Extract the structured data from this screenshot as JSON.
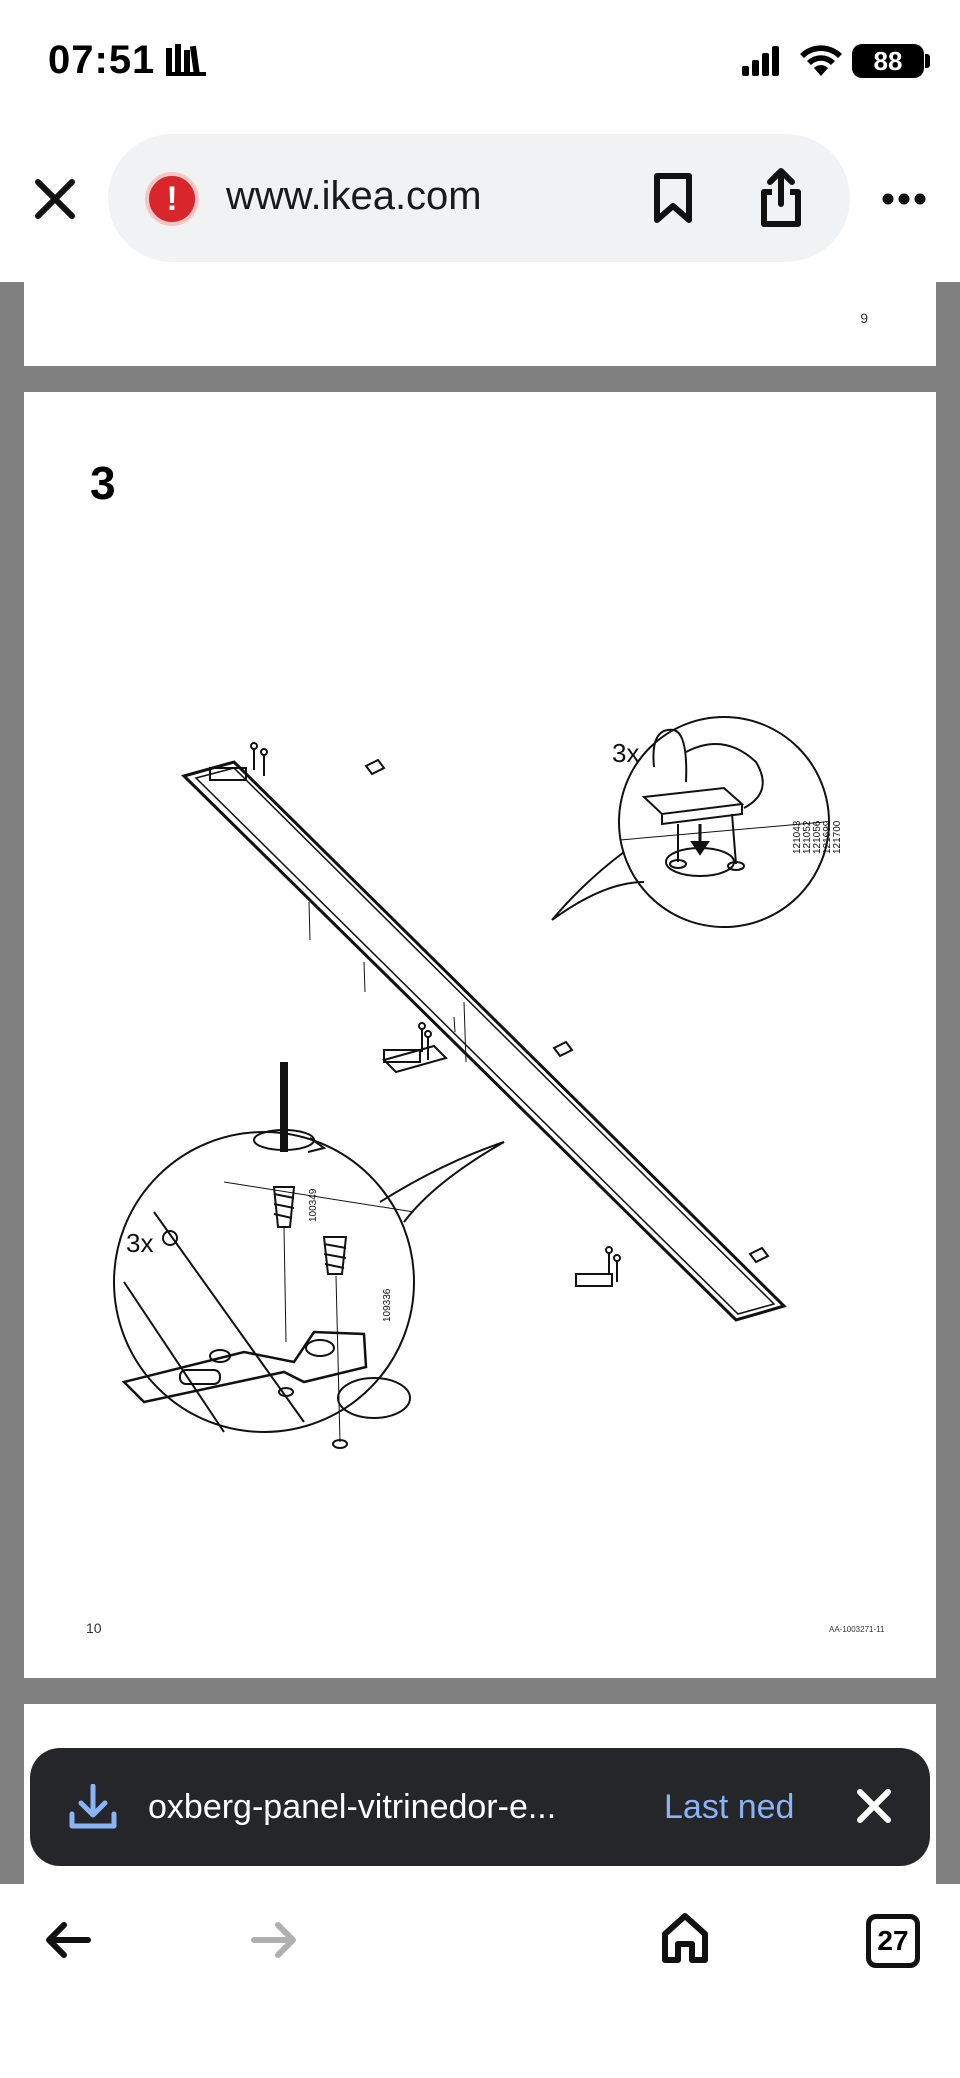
{
  "status_bar": {
    "time": "07:51",
    "battery": "88"
  },
  "browser": {
    "url": "www.ikea.com",
    "icons": [
      "close-icon",
      "warning-icon",
      "bookmark-icon",
      "share-icon",
      "more-icon"
    ]
  },
  "document": {
    "previous_page_number": "9",
    "current_page": {
      "step": "3",
      "page_number": "10",
      "doc_code": "AA-1003271-11",
      "illustration": {
        "callout_top_quantity": "3x",
        "callout_top_part_numbers": [
          "121043",
          "121052",
          "121056",
          "121699",
          "121700"
        ],
        "callout_bottom_quantity": "3x",
        "screw_part_1": "100349",
        "screw_part_2": "109336"
      }
    }
  },
  "download_bar": {
    "filename": "oxberg-panel-vitrinedor-e...",
    "action_label": "Last ned"
  },
  "bottom_nav": {
    "tab_count": "27"
  }
}
